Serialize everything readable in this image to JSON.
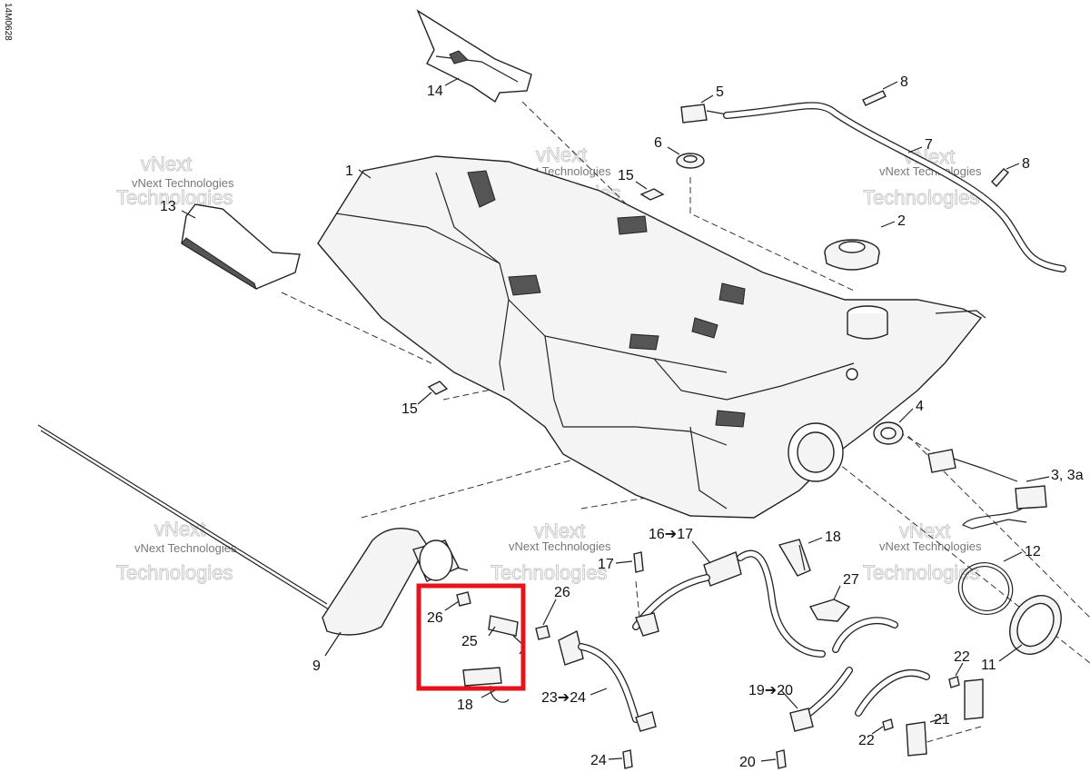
{
  "figure_id": "14M0628",
  "watermark": {
    "line1": "vNext Technologies",
    "line2": "Technologies",
    "overlay": "vNext"
  },
  "callouts": [
    "1",
    "2",
    "3, 3a",
    "4",
    "5",
    "6",
    "7",
    "8",
    "8",
    "9",
    "11",
    "12",
    "13",
    "14",
    "15",
    "15",
    "16➔17",
    "17",
    "18",
    "18",
    "19➔20",
    "20",
    "21",
    "22",
    "22",
    "23➔24",
    "24",
    "25",
    "26",
    "26",
    "27"
  ],
  "colors": {
    "highlight": "#e3141b",
    "line": "#222222",
    "fill": "#f4f4f4"
  }
}
